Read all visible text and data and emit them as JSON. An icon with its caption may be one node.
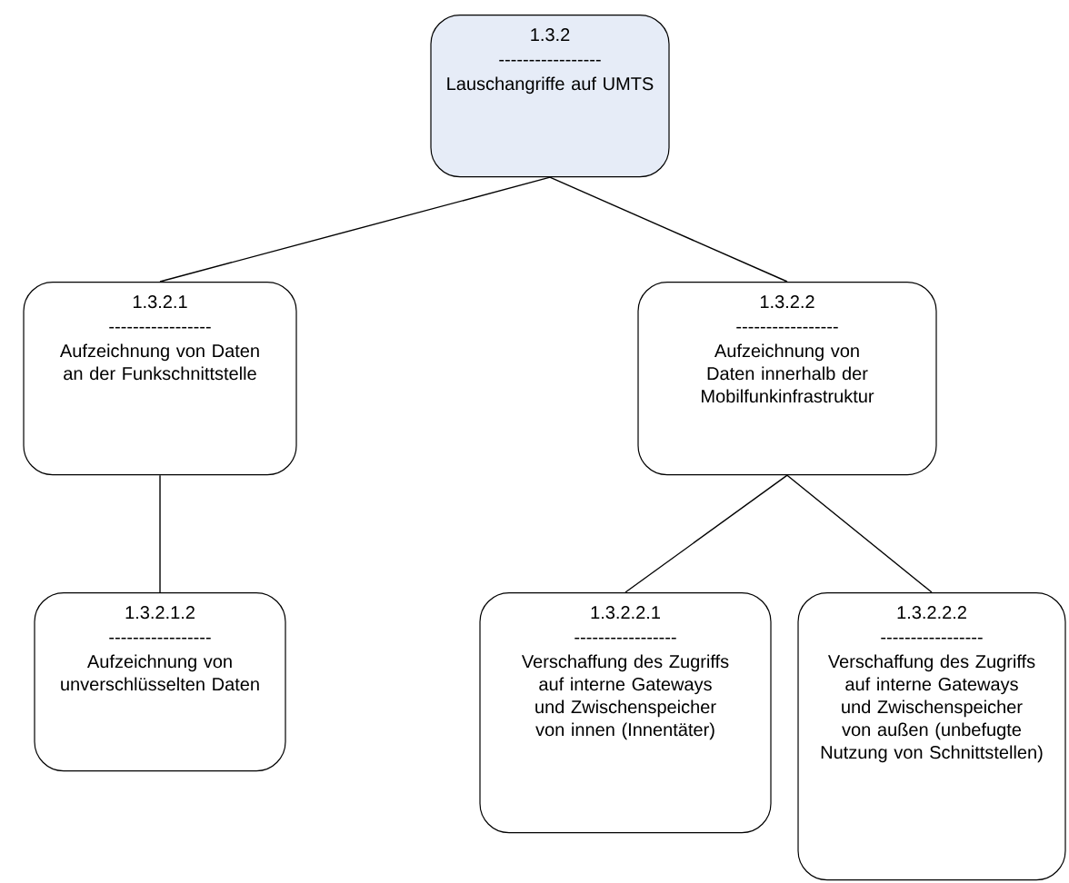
{
  "diagram": {
    "nodes": [
      {
        "text": [
          "1.3.2",
          "-----------------",
          "Lauschangriffe auf UMTS"
        ]
      },
      {
        "text": [
          "1.3.2.1",
          "-----------------",
          "Aufzeichnung von Daten an der Funkschnittstelle"
        ]
      },
      {
        "text": [
          "1.3.2.2",
          "-----------------",
          "Aufzeichnung von Daten innerhalb der Mobilfunkinfrastruktur"
        ]
      },
      {
        "text": [
          "1.3.2.1.2",
          "-----------------",
          "Aufzeichnung von unverschlüsselten Daten"
        ]
      },
      {
        "text": [
          "1.3.2.2.1",
          "-----------------",
          "Verschaffung des Zugriffs auf interne Gateways und Zwischenspeicher von innen (Innentäter)"
        ]
      },
      {
        "text": [
          "1.3.2.2.2",
          "-----------------",
          "Verschaffung des Zugriffs auf interne Gateways und Zwischenspeicher von außen (unbefugte Nutzung von Schnittstellen)"
        ]
      }
    ],
    "edges": [
      {
        "from": 0,
        "to": 1,
        "arrow": "none"
      },
      {
        "from": 0,
        "to": 2,
        "arrow": "none"
      },
      {
        "from": 1,
        "to": 3,
        "arrow": "none"
      },
      {
        "from": 2,
        "to": 4,
        "arrow": "none"
      },
      {
        "from": 2,
        "to": 5,
        "arrow": "none"
      }
    ]
  }
}
